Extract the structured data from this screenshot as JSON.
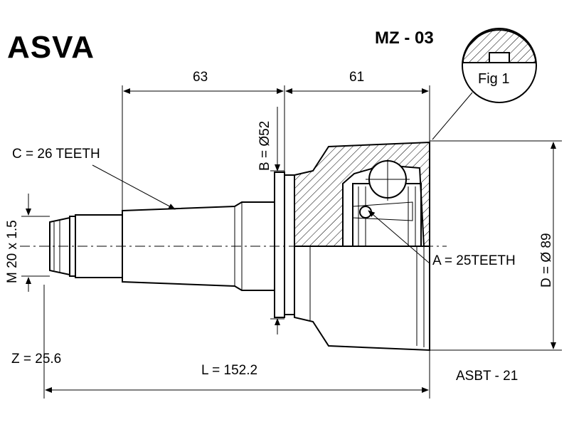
{
  "brand": "ASVA",
  "part_code": "MZ - 03",
  "fig_label": "Fig 1",
  "dimensions": {
    "len_63": "63",
    "len_61": "61",
    "bore_b": "B = Ø52",
    "spline_c": "C = 26 TEETH",
    "thread_m": "M 20 x 1.5",
    "spline_a": "A = 25TEETH",
    "diam_d": "D = Ø 89",
    "z_value": "Z = 25.6",
    "total_l": "L = 152.2",
    "ref_code": "ASBT - 21"
  },
  "colors": {
    "line": "#000000",
    "background": "#ffffff"
  }
}
